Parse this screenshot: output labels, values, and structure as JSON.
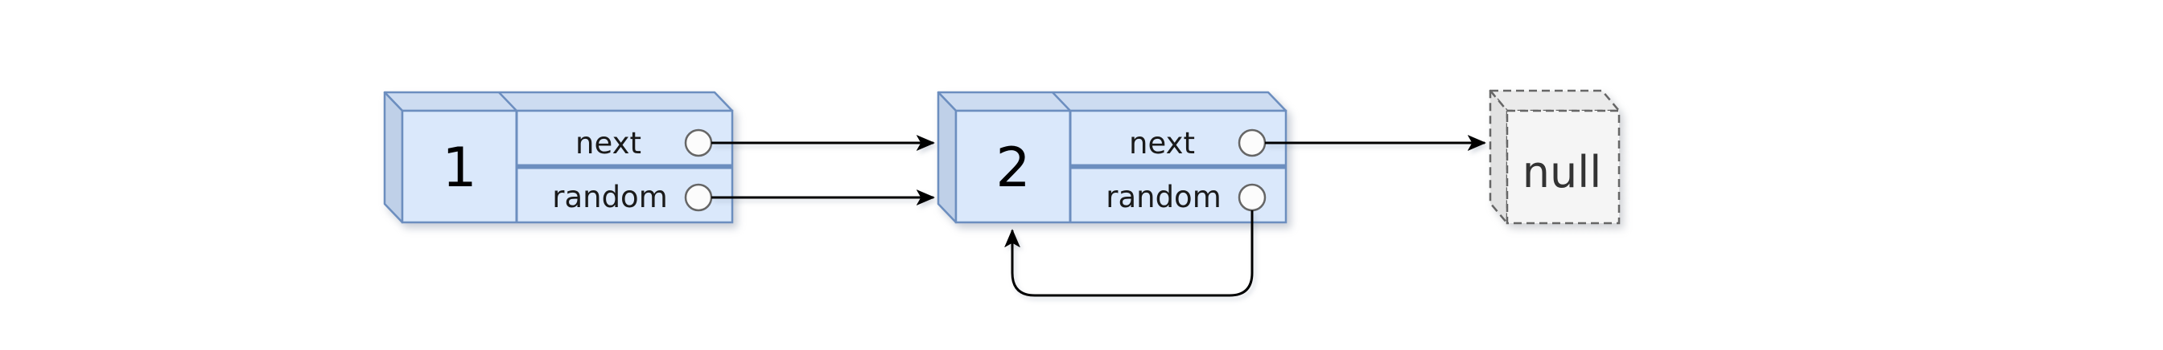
{
  "diagram": {
    "type": "linked-list-with-random-pointers",
    "background": "#ffffff",
    "colors": {
      "node_fill_front": "#dae8fb",
      "node_fill_top": "#cddcf1",
      "node_fill_side": "#bfd0e8",
      "node_stroke": "#6c8ebf",
      "port_fill": "#fcfcfc",
      "port_stroke": "#666666",
      "edge_stroke": "#000000",
      "null_fill_front": "#f5f5f5",
      "null_fill_top": "#ebebeb",
      "null_fill_side": "#e2e2e2",
      "null_stroke": "#666666",
      "value_text": "#000000",
      "label_text": "#1a1a1a",
      "null_text": "#333333"
    },
    "nodes": [
      {
        "id": "node-1",
        "value": "1",
        "fields": [
          {
            "label": "next"
          },
          {
            "label": "random"
          }
        ]
      },
      {
        "id": "node-2",
        "value": "2",
        "fields": [
          {
            "label": "next"
          },
          {
            "label": "random"
          }
        ]
      }
    ],
    "terminator": {
      "label": "null"
    },
    "edges": [
      {
        "from": "node-1.next",
        "to": "node-2",
        "style": "straight-arrow"
      },
      {
        "from": "node-1.random",
        "to": "node-2",
        "style": "straight-arrow"
      },
      {
        "from": "node-2.next",
        "to": "null",
        "style": "straight-arrow"
      },
      {
        "from": "node-2.random",
        "to": "node-2",
        "style": "self-loop-arrow"
      }
    ]
  }
}
